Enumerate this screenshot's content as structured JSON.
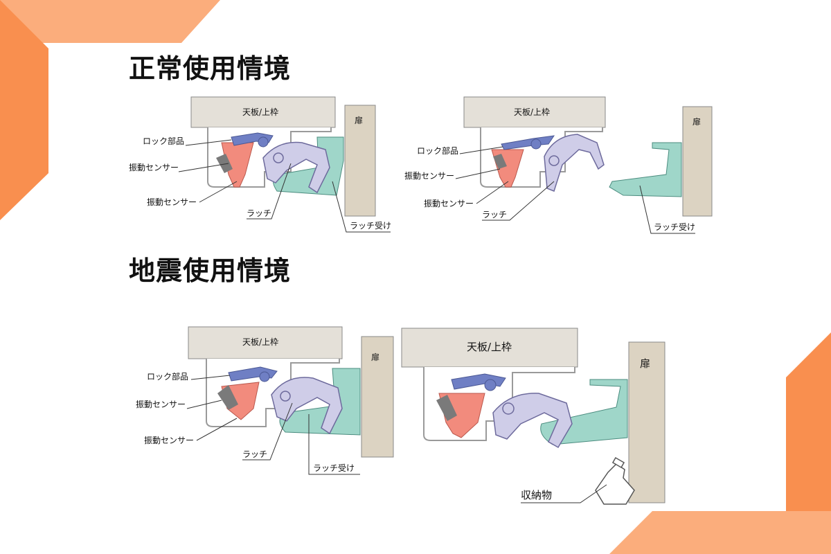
{
  "headings": {
    "normal": "正常使用情境",
    "earthquake": "地震使用情境"
  },
  "labels": {
    "top_board": "天板/上枠",
    "door": "扉",
    "lock_part": "ロック部品",
    "vibration_sensor": "振動センサー",
    "latch": "ラッチ",
    "latch_receiver": "ラッチ受け",
    "stored_item": "収納物"
  },
  "colors": {
    "accent_orange": "#f98f4f",
    "accent_light_orange": "#fbad7c",
    "sensor_red": "#f28b7d",
    "lock_blue": "#6f7fc4",
    "latch_lavender": "#cfcde8",
    "receiver_teal": "#9fd6c9",
    "board_beige": "#e4e0d8"
  }
}
